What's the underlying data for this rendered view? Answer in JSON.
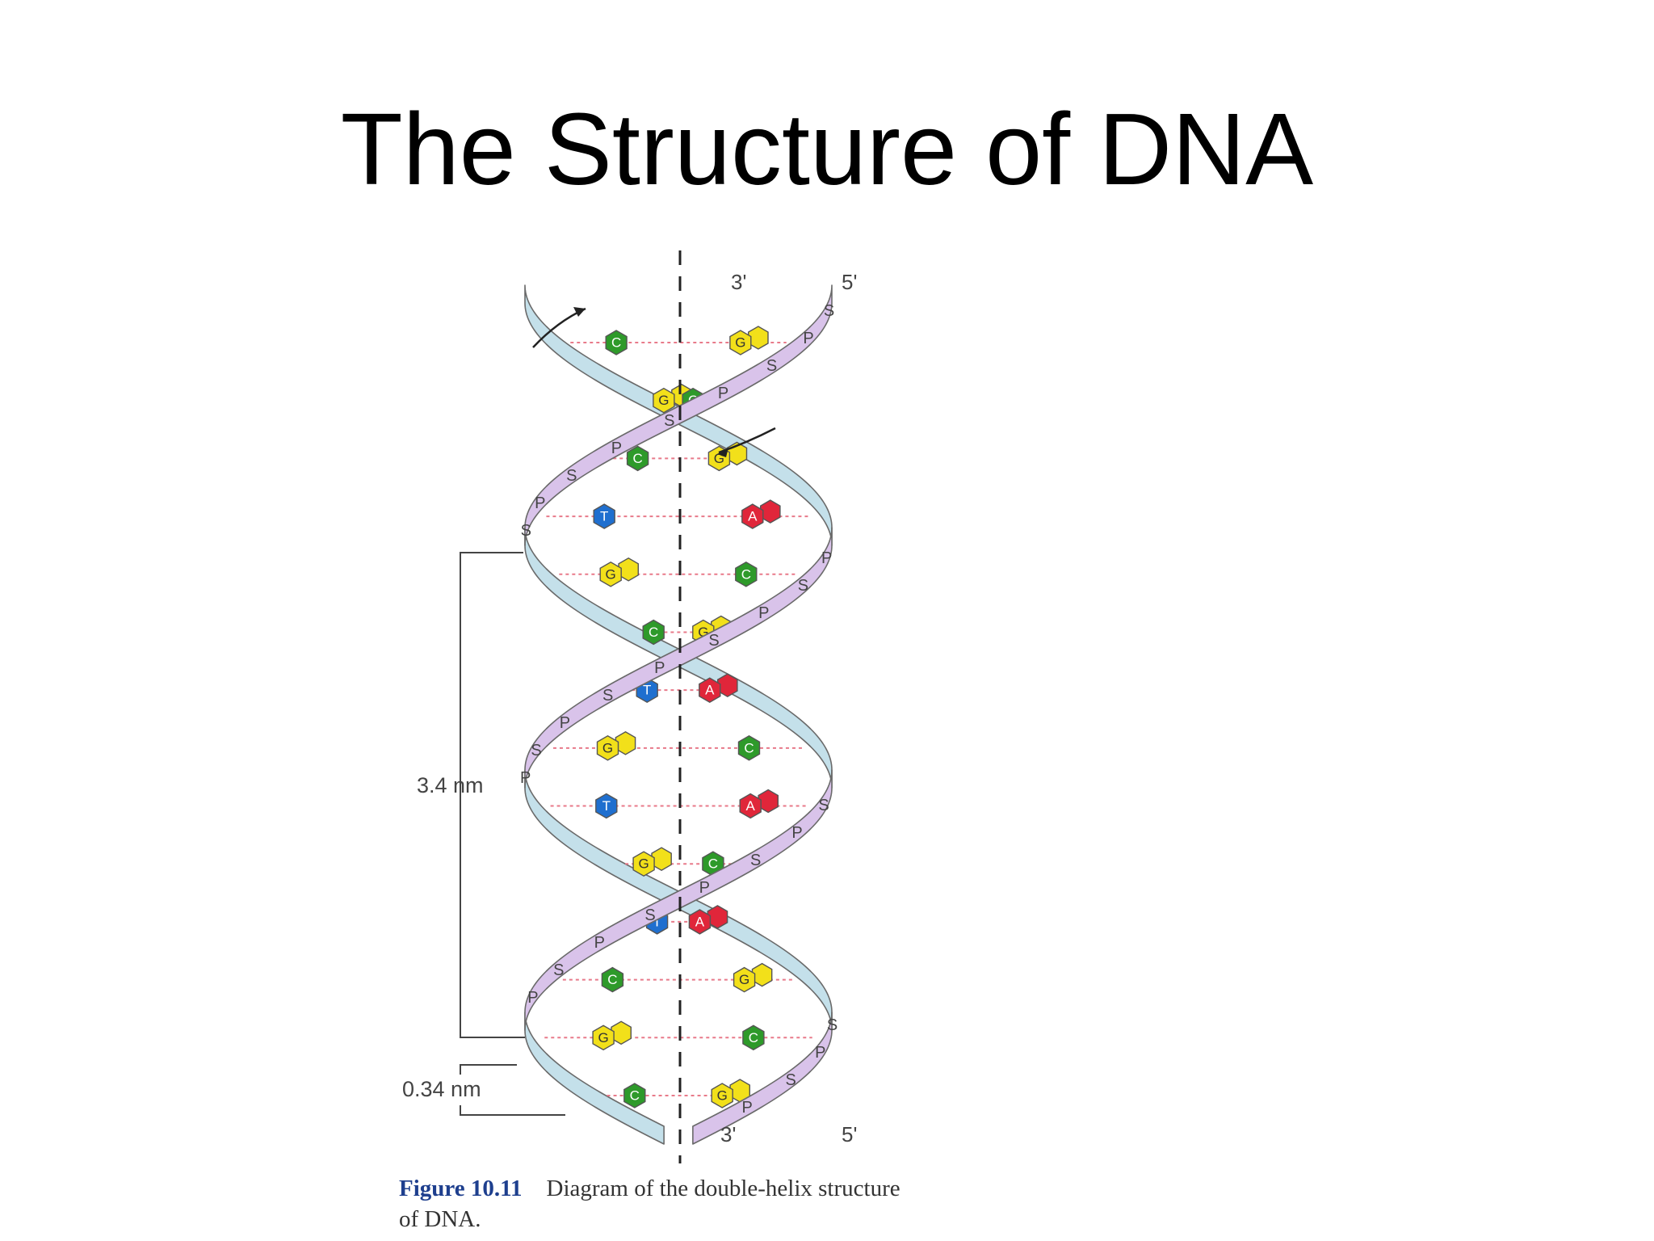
{
  "slide": {
    "title": "The Structure of DNA"
  },
  "diagram": {
    "end_labels": {
      "top_left": "3'",
      "top_right": "5'",
      "bottom_left": "3'",
      "bottom_right": "5'"
    },
    "measurements": {
      "turn": "3.4 nm",
      "base_spacing": "0.34 nm"
    },
    "backbone_labels": {
      "sugar": "S",
      "phosphate": "P"
    },
    "base_pairs": [
      [
        "C",
        "G"
      ],
      [
        "G",
        "C"
      ],
      [
        "C",
        "G"
      ],
      [
        "T",
        "A"
      ],
      [
        "G",
        "C"
      ],
      [
        "C",
        "G"
      ],
      [
        "T",
        "A"
      ],
      [
        "G",
        "C"
      ],
      [
        "T",
        "A"
      ],
      [
        "G",
        "C"
      ],
      [
        "T",
        "A"
      ],
      [
        "C",
        "G"
      ],
      [
        "G",
        "C"
      ],
      [
        "C",
        "G"
      ]
    ],
    "colors": {
      "A": "#e0263a",
      "T": "#1f6fcf",
      "G": "#f2e01a",
      "C": "#2e9a2a",
      "strand_front": "#d9c3ea",
      "strand_back": "#c4e0ea"
    }
  },
  "caption": {
    "figure_label": "Figure 10.11",
    "text_line1": "Diagram of the double-helix structure",
    "text_line2": "of DNA."
  }
}
